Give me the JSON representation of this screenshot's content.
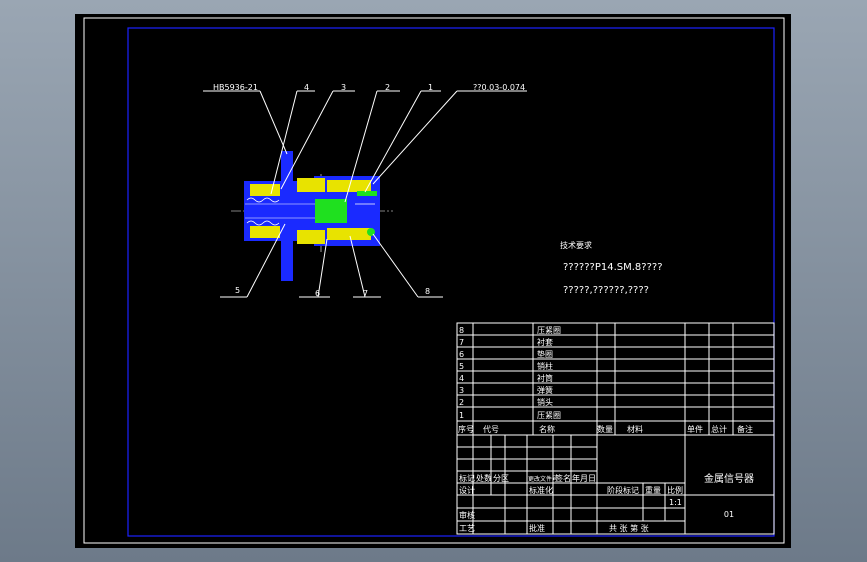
{
  "drawing": {
    "callouts": {
      "standard": "HB5936-21",
      "n4": "4",
      "n3": "3",
      "n2": "2",
      "n1": "1",
      "tolerance": "??0.03-0.074",
      "n5": "5",
      "n6": "6",
      "n7": "7",
      "n8": "8"
    },
    "notes": {
      "heading": "技术要求",
      "line1": "??????P14.SM.8????",
      "line2": "?????,??????,????"
    },
    "colors": {
      "frame": "#ffffff",
      "inner_border": "#1c22ff",
      "part_blue": "#1a2aff",
      "part_yellow": "#e8e300",
      "part_green": "#1fe01f"
    }
  },
  "bom": {
    "rows": [
      {
        "no": "8",
        "name": "压紧圈"
      },
      {
        "no": "7",
        "name": "衬套"
      },
      {
        "no": "6",
        "name": "垫圈"
      },
      {
        "no": "5",
        "name": "销柱"
      },
      {
        "no": "4",
        "name": "衬筒"
      },
      {
        "no": "3",
        "name": "弹簧"
      },
      {
        "no": "2",
        "name": "销头"
      },
      {
        "no": "1",
        "name": "压紧圈"
      }
    ],
    "headers": {
      "no": "序号",
      "code": "代号",
      "name": "名称",
      "qty": "数量",
      "material": "材料",
      "single": "单件",
      "total": "总计",
      "note": "备注"
    }
  },
  "title_block": {
    "title": "金属信号器",
    "drawing_no": "01",
    "design": "设计",
    "standard": "标准化",
    "check": "审核",
    "process": "工艺",
    "approve": "批准",
    "mark": "标记",
    "count": "处数",
    "zone": "分区",
    "change_doc": "更改文件号",
    "sign": "签名",
    "date": "年月日",
    "stage_mark": "阶段标记",
    "weight": "重量",
    "scale": "比例",
    "scale_val": "1:1",
    "sheet": "共  张  第  张"
  }
}
